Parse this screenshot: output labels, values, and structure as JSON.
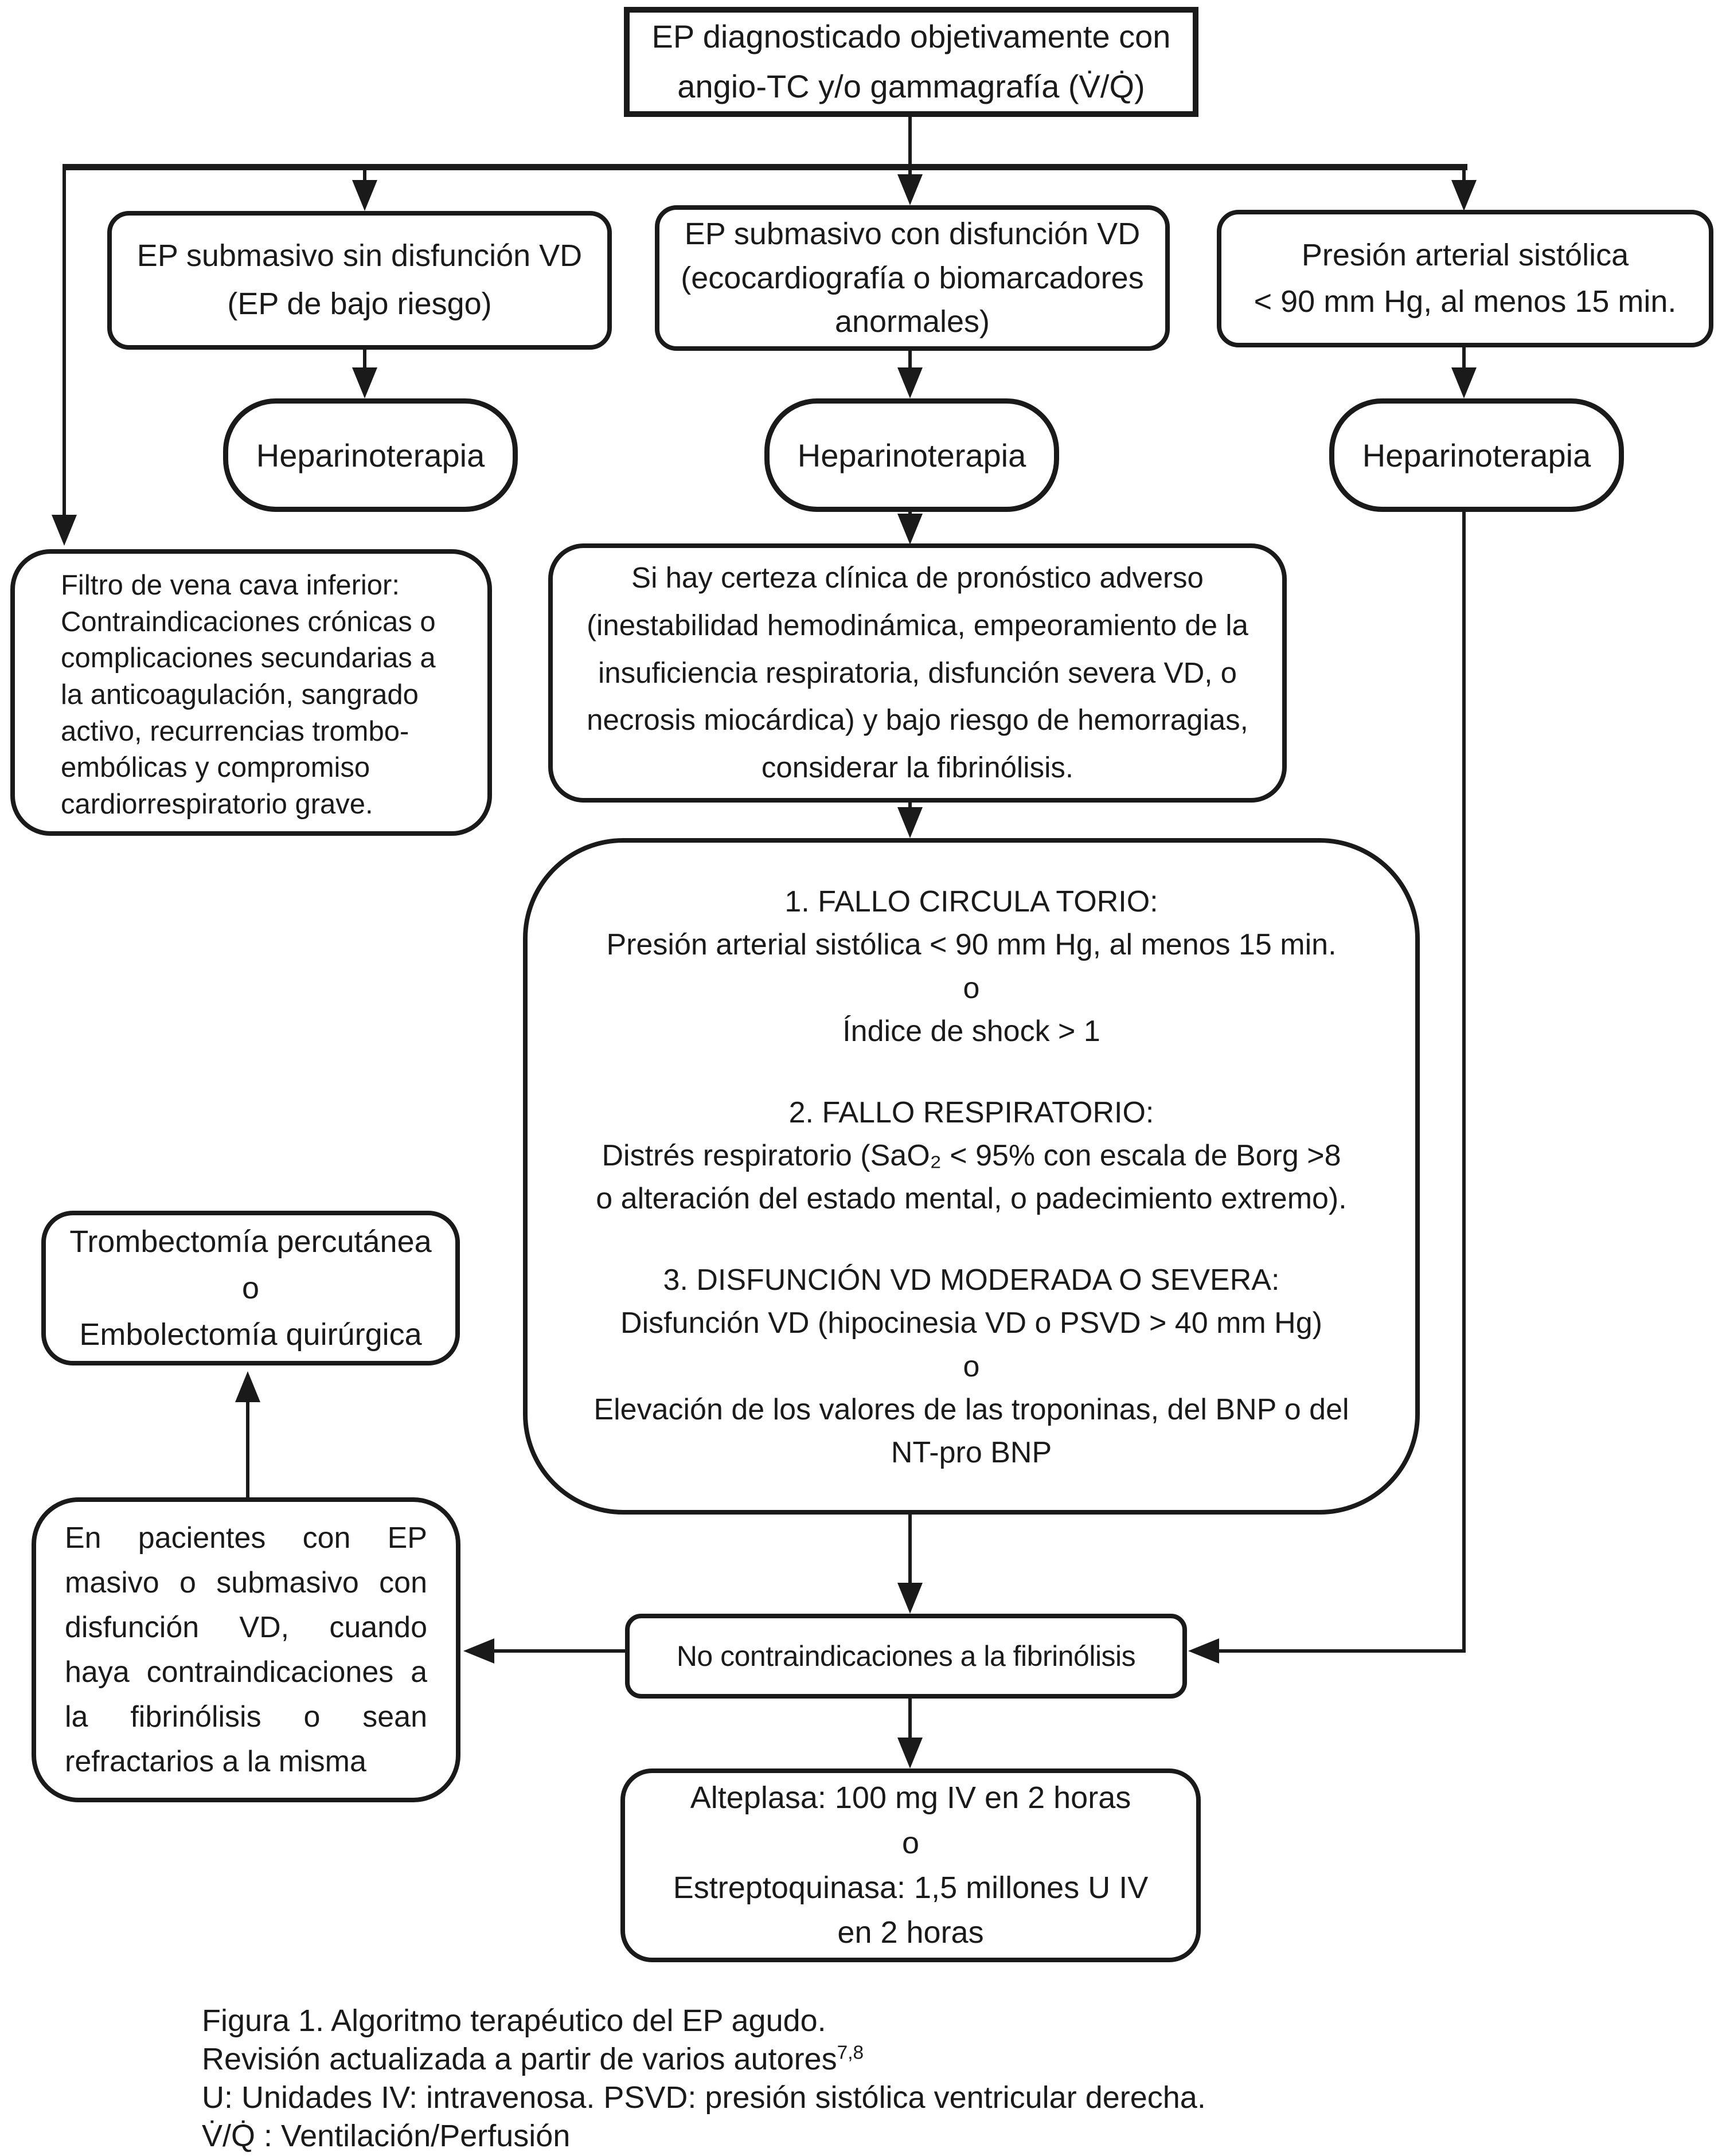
{
  "nodes": {
    "diagnosis": {
      "label": "EP diagnosticado objetivamente con\nangio-TC y/o gammagrafía (V̇/Q̇)"
    },
    "submasivo_sin": {
      "label": "EP submasivo sin disfunción VD\n(EP de bajo riesgo)"
    },
    "submasivo_con": {
      "label": "EP submasivo con disfunción VD\n(ecocardiografía o biomarcadores\nanormales)"
    },
    "hipotension": {
      "label": "Presión arterial sistólica\n< 90 mm Hg, al menos 15 min."
    },
    "heparin1": {
      "label": "Heparinoterapia"
    },
    "heparin2": {
      "label": "Heparinoterapia"
    },
    "heparin3": {
      "label": "Heparinoterapia"
    },
    "filtro": {
      "label": "Filtro de vena cava inferior:\nContraindicaciones crónicas o\ncomplicaciones secundarias a\nla anticoagulación, sangrado\nactivo, recurrencias trombo-\nembólicas y compromiso\ncardiorrespiratorio grave."
    },
    "certeza": {
      "label": "Si hay certeza clínica de pronóstico adverso\n(inestabilidad hemodinámica, empeoramiento de la\ninsuficiencia respiratoria, disfunción severa VD, o\nnecrosis miocárdica) y bajo riesgo de hemorragias,\nconsiderar la fibrinólisis."
    },
    "criterios": {
      "group1": "1. FALLO CIRCULA TORIO:\nPresión arterial sistólica < 90 mm Hg, al menos 15 min.\no\nÍndice de shock > 1",
      "group2": "2. FALLO RESPIRATORIO:\nDistrés respiratorio (SaO₂ < 95% con escala de Borg >8\no alteración del estado mental, o padecimiento extremo).",
      "group3": "3. DISFUNCIÓN VD MODERADA O SEVERA:\nDisfunción VD (hipocinesia VD o PSVD > 40 mm Hg)\no\nElevación de los valores de las troponinas, del BNP o del\nNT-pro BNP"
    },
    "trombectomia": {
      "label": "Trombectomía percutánea\no\nEmbolectomía quirúrgica"
    },
    "pacientes": {
      "label": "En pacientes con EP masivo o submasivo con disfunción VD, cuando haya contraindicaciones a la fibrinólisis o sean refractarios a la misma"
    },
    "no_contra": {
      "label": "No contraindicaciones a la fibrinólisis"
    },
    "tromboliticos": {
      "label": "Alteplasa: 100 mg IV en 2 horas\no\nEstreptoquinasa: 1,5 millones U IV\nen 2 horas"
    }
  },
  "caption": {
    "line1": "Figura 1. Algoritmo terapéutico del EP agudo.",
    "line2_main": "Revisión actualizada a partir de varios autores",
    "line2_sup": "7,8",
    "line3": "U: Unidades IV: intravenosa. PSVD: presión sistólica ventricular derecha.",
    "line4": "V̇/Q̇ : Ventilación/Perfusión"
  }
}
